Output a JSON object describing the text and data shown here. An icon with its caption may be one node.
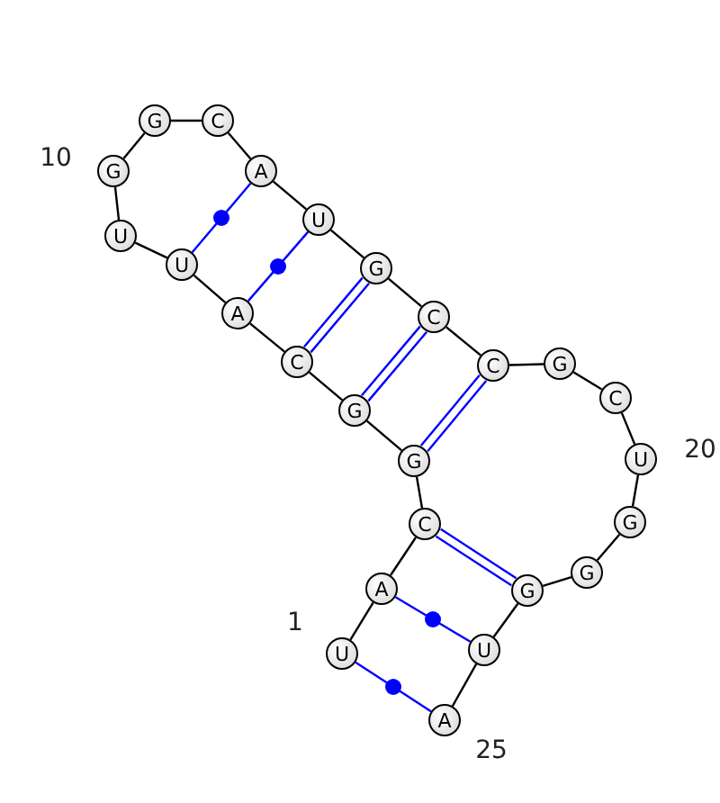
{
  "diagram": {
    "nodes": [
      {
        "text": [
          "U"
        ]
      },
      {
        "text": [
          "A"
        ]
      },
      {
        "text": [
          "C"
        ]
      },
      {
        "text": [
          "G"
        ]
      },
      {
        "text": [
          "G"
        ]
      },
      {
        "text": [
          "C"
        ]
      },
      {
        "text": [
          "A"
        ]
      },
      {
        "text": [
          "U"
        ]
      },
      {
        "text": [
          "U"
        ]
      },
      {
        "text": [
          "G"
        ]
      },
      {
        "text": [
          "G"
        ]
      },
      {
        "text": [
          "C"
        ]
      },
      {
        "text": [
          "A"
        ]
      },
      {
        "text": [
          "U"
        ]
      },
      {
        "text": [
          "G"
        ]
      },
      {
        "text": [
          "C"
        ]
      },
      {
        "text": [
          "C"
        ]
      },
      {
        "text": [
          "G"
        ]
      },
      {
        "text": [
          "C"
        ]
      },
      {
        "text": [
          "U"
        ]
      },
      {
        "text": [
          "G"
        ]
      },
      {
        "text": [
          "G"
        ]
      },
      {
        "text": [
          "G"
        ]
      },
      {
        "text": [
          "U"
        ]
      },
      {
        "text": [
          "A"
        ]
      }
    ],
    "edges": [
      {
        "from": 0,
        "to": 1,
        "arrow": "none"
      },
      {
        "from": 1,
        "to": 2,
        "arrow": "none"
      },
      {
        "from": 2,
        "to": 3,
        "arrow": "none"
      },
      {
        "from": 3,
        "to": 4,
        "arrow": "none"
      },
      {
        "from": 4,
        "to": 5,
        "arrow": "none"
      },
      {
        "from": 5,
        "to": 6,
        "arrow": "none"
      },
      {
        "from": 6,
        "to": 7,
        "arrow": "none"
      },
      {
        "from": 7,
        "to": 8,
        "arrow": "none"
      },
      {
        "from": 8,
        "to": 9,
        "arrow": "none"
      },
      {
        "from": 9,
        "to": 10,
        "arrow": "none"
      },
      {
        "from": 10,
        "to": 11,
        "arrow": "none"
      },
      {
        "from": 11,
        "to": 12,
        "arrow": "none"
      },
      {
        "from": 12,
        "to": 13,
        "arrow": "none"
      },
      {
        "from": 13,
        "to": 14,
        "arrow": "none"
      },
      {
        "from": 14,
        "to": 15,
        "arrow": "none"
      },
      {
        "from": 15,
        "to": 16,
        "arrow": "none"
      },
      {
        "from": 16,
        "to": 17,
        "arrow": "none"
      },
      {
        "from": 17,
        "to": 18,
        "arrow": "none"
      },
      {
        "from": 18,
        "to": 19,
        "arrow": "none"
      },
      {
        "from": 19,
        "to": 20,
        "arrow": "none"
      },
      {
        "from": 20,
        "to": 21,
        "arrow": "none"
      },
      {
        "from": 21,
        "to": 22,
        "arrow": "none"
      },
      {
        "from": 22,
        "to": 23,
        "arrow": "none"
      },
      {
        "from": 23,
        "to": 24,
        "arrow": "none"
      },
      {
        "from": 0,
        "to": 24,
        "arrow": "none",
        "color": "#0000ff"
      },
      {
        "from": 1,
        "to": 23,
        "arrow": "none",
        "color": "#0000ff"
      },
      {
        "from": 2,
        "to": 22,
        "arrow": "none",
        "color": "#0000ff"
      },
      {
        "from": 3,
        "to": 16,
        "arrow": "none",
        "color": "#0000ff"
      },
      {
        "from": 4,
        "to": 15,
        "arrow": "none",
        "color": "#0000ff"
      },
      {
        "from": 5,
        "to": 14,
        "arrow": "none",
        "color": "#0000ff"
      },
      {
        "from": 6,
        "to": 13,
        "arrow": "none",
        "color": "#0000ff"
      },
      {
        "from": 7,
        "to": 12,
        "arrow": "none",
        "color": "#0000ff"
      }
    ],
    "labels": [
      "10",
      "1",
      "20",
      "25"
    ]
  }
}
